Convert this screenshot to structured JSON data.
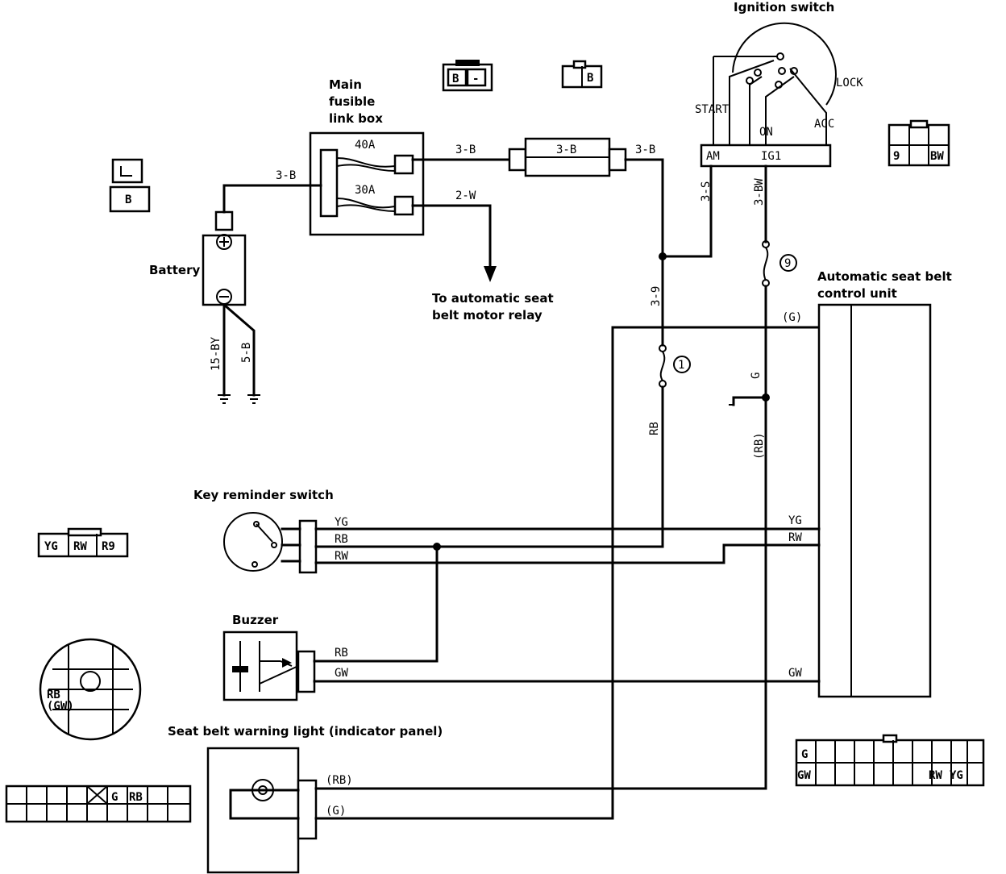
{
  "components": {
    "ignition_switch": "Ignition switch",
    "main_fusible_link_box": [
      "Main",
      "fusible",
      "link box"
    ],
    "battery": "Battery",
    "to_relay": [
      "To automatic seat",
      "belt motor relay"
    ],
    "control_unit": [
      "Automatic seat belt",
      "control unit"
    ],
    "key_reminder_switch": "Key reminder switch",
    "buzzer": "Buzzer",
    "warning_light": "Seat belt warning light (indicator panel)"
  },
  "ignition_positions": {
    "start": "START",
    "lock": "LOCK",
    "on": "ON",
    "acc": "ACC"
  },
  "ignition_terminals": {
    "am": "AM",
    "ig": "IG1"
  },
  "fuses": {
    "f40": "40A",
    "f30": "30A",
    "f1": "1",
    "f9": "9"
  },
  "wires": {
    "w3b_a": "3-B",
    "w3b_b": "3-B",
    "w3b_c": "3-B",
    "w3b_d": "3-B",
    "w2w": "2-W",
    "w15by": "15-BY",
    "w5b": "5-B",
    "w3s": "3-S",
    "w3bw": "3-BW",
    "w39": "3-9",
    "g_top": "(G)",
    "g_vert": "G",
    "rb_paren": "(RB)",
    "rb_vert": "RB",
    "yg": "YG",
    "rb": "RB",
    "rw": "RW",
    "yg_r": "YG",
    "rw_r": "RW",
    "buz_rb": "RB",
    "buz_gw": "GW",
    "gw_r": "GW",
    "wl_rb": "(RB)",
    "wl_g": "(G)"
  },
  "connectors": {
    "c1": [
      "B",
      "-"
    ],
    "c2": "B",
    "c3": "B",
    "c4": [
      "9",
      "BW"
    ],
    "c5": [
      "YG",
      "RW",
      "R9"
    ],
    "c6": [
      "RB",
      "(GW)"
    ],
    "c7": [
      "G",
      "RB"
    ],
    "c8": [
      "G",
      "GW",
      "RW",
      "YG"
    ]
  }
}
